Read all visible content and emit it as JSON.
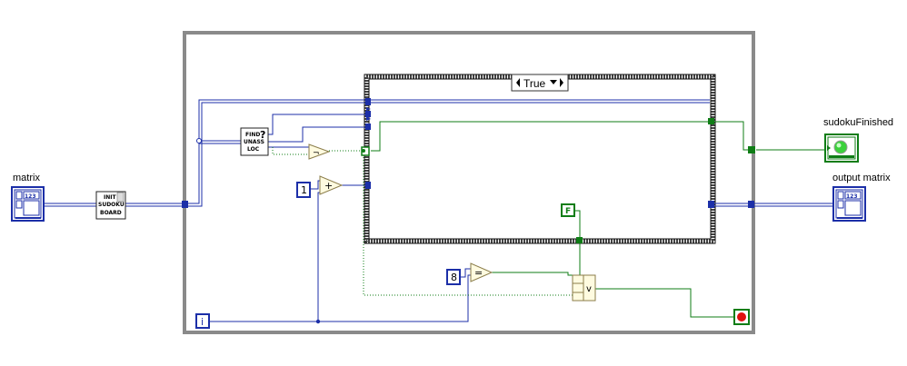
{
  "terminals": {
    "matrix_in": "matrix",
    "sudoku_finished": "sudokuFinished",
    "output_matrix": "output matrix"
  },
  "subvis": {
    "init": [
      "INIT",
      "SUDOKU",
      "BOARD"
    ],
    "find": [
      "FIND",
      "UNASS",
      "LOC"
    ],
    "find_q": "?"
  },
  "case_structure": {
    "selector": "True"
  },
  "constants": {
    "one": "1",
    "eight": "8",
    "false_const": "F",
    "iteration": "i"
  },
  "numeric_terminal_label": "123",
  "operators": {
    "plus": "+",
    "equal": "=",
    "not": "¬",
    "or": "v"
  },
  "colors": {
    "numeric_wire": "#1c2fa8",
    "boolean_wire": "#0f7d16",
    "loop_frame": "#8a8a8a",
    "led_green": "#3cd13c",
    "stop_red": "#e01010"
  }
}
